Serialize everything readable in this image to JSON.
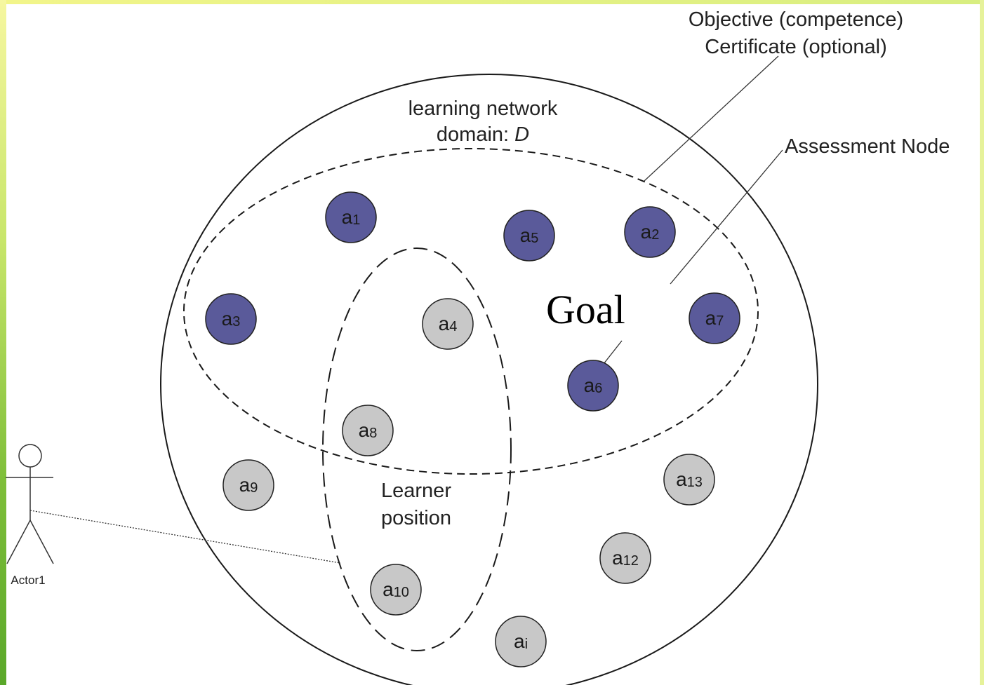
{
  "colors": {
    "node_goal": "#5a5a9a",
    "node_other": "#c8c8c8",
    "border_green": "#8cc63f",
    "border_yellow": "#f4f58a"
  },
  "labels": {
    "objective_line1": "Objective (competence)",
    "objective_line2": "Certificate (optional)",
    "assessment_node": "Assessment Node",
    "network_line1": "learning network",
    "network_line2_prefix": "domain: ",
    "network_line2_var": "D",
    "goal": "Goal",
    "learner_line1": "Learner",
    "learner_line2": "position",
    "actor": "Actor1"
  },
  "nodes": [
    {
      "id": "a1",
      "base": "a",
      "sub": "1",
      "group": "goal"
    },
    {
      "id": "a5",
      "base": "a",
      "sub": "5",
      "group": "goal"
    },
    {
      "id": "a2",
      "base": "a",
      "sub": "2",
      "group": "goal"
    },
    {
      "id": "a3",
      "base": "a",
      "sub": "3",
      "group": "goal"
    },
    {
      "id": "a4",
      "base": "a",
      "sub": "4",
      "group": "other"
    },
    {
      "id": "a7",
      "base": "a",
      "sub": "7",
      "group": "goal"
    },
    {
      "id": "a6",
      "base": "a",
      "sub": "6",
      "group": "goal"
    },
    {
      "id": "a8",
      "base": "a",
      "sub": "8",
      "group": "other"
    },
    {
      "id": "a9",
      "base": "a",
      "sub": "9",
      "group": "other"
    },
    {
      "id": "a13",
      "base": "a",
      "sub": "13",
      "group": "other"
    },
    {
      "id": "a12",
      "base": "a",
      "sub": "12",
      "group": "other"
    },
    {
      "id": "a10",
      "base": "a",
      "sub": "10",
      "group": "other"
    },
    {
      "id": "ai",
      "base": "a",
      "sub": "i",
      "group": "other"
    }
  ]
}
